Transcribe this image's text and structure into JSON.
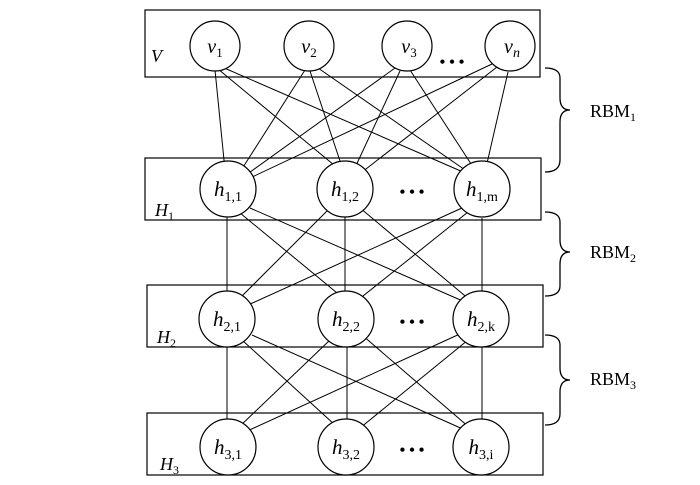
{
  "diagram": {
    "layers": [
      {
        "label": "V",
        "nodes": [
          {
            "main": "v",
            "sub": "1"
          },
          {
            "main": "v",
            "sub": "2"
          },
          {
            "main": "v",
            "sub": "3"
          },
          {
            "main": "v",
            "sub": "n"
          }
        ],
        "ellipsis": "• • •"
      },
      {
        "label": "H",
        "label_sub": "1",
        "nodes": [
          {
            "main": "h",
            "sub": "1,1"
          },
          {
            "main": "h",
            "sub": "1,2"
          },
          {
            "main": "h",
            "sub": "1,m"
          }
        ],
        "ellipsis": "• • •"
      },
      {
        "label": "H",
        "label_sub": "2",
        "nodes": [
          {
            "main": "h",
            "sub": "2,1"
          },
          {
            "main": "h",
            "sub": "2,2"
          },
          {
            "main": "h",
            "sub": "2,k"
          }
        ],
        "ellipsis": "• • •"
      },
      {
        "label": "H",
        "label_sub": "3",
        "nodes": [
          {
            "main": "h",
            "sub": "3,1"
          },
          {
            "main": "h",
            "sub": "3,2"
          },
          {
            "main": "h",
            "sub": "3,i"
          }
        ],
        "ellipsis": "• • •"
      }
    ],
    "rbm_labels": [
      {
        "main": "RBM",
        "sub": "1"
      },
      {
        "main": "RBM",
        "sub": "2"
      },
      {
        "main": "RBM",
        "sub": "3"
      }
    ],
    "colors": {
      "stroke": "#000000",
      "fill": "#ffffff"
    }
  }
}
